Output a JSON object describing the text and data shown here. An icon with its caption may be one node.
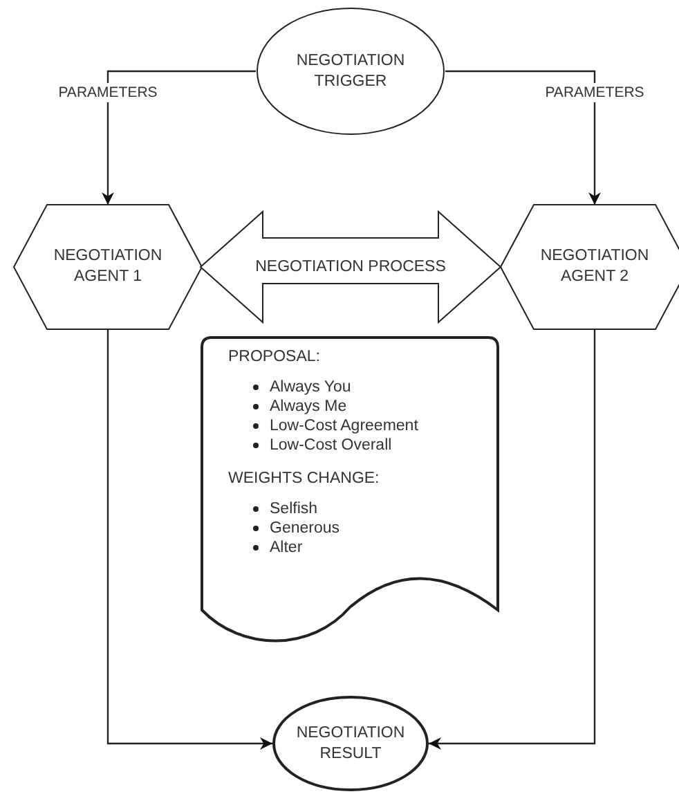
{
  "diagram": {
    "nodes": [
      {
        "text": [
          "NEGOTIATION TRIGGER"
        ]
      },
      {
        "text": [
          "NEGOTIATION AGENT 1"
        ]
      },
      {
        "text": [
          "NEGOTIATION PROCESS"
        ]
      },
      {
        "text": [
          "NEGOTIATION AGENT 2"
        ]
      },
      {
        "text": [
          "PROPOSAL:",
          "Always You",
          "Always Me",
          "Low-Cost Agreement",
          "Low-Cost Overall",
          "WEIGHTS CHANGE:",
          "Selfish",
          "Generous",
          "Alter"
        ]
      },
      {
        "text": [
          "NEGOTIATION RESULT"
        ]
      }
    ],
    "edges": [
      {
        "from": 0,
        "to": 1,
        "arrow": "to",
        "label": "PARAMETERS"
      },
      {
        "from": 0,
        "to": 3,
        "arrow": "to",
        "label": "PARAMETERS"
      },
      {
        "from": 1,
        "to": 5,
        "arrow": "to"
      },
      {
        "from": 3,
        "to": 5,
        "arrow": "to"
      }
    ]
  }
}
